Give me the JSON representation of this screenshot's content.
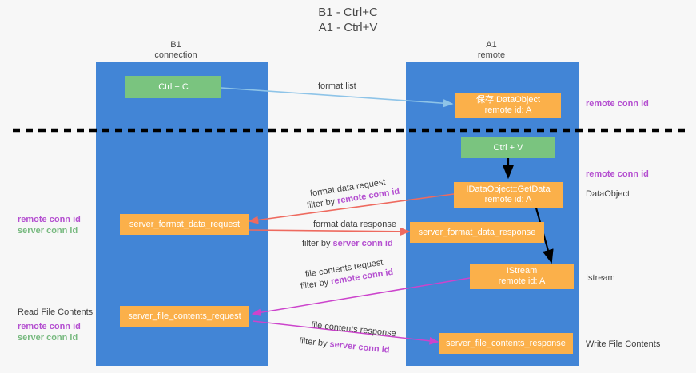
{
  "title": {
    "line1": "B1 - Ctrl+C",
    "line2": "A1 - Ctrl+V"
  },
  "lanes": [
    {
      "name": "B1",
      "sub": "connection"
    },
    {
      "name": "A1",
      "sub": "remote"
    }
  ],
  "nodes": {
    "ctrl_c": {
      "line1": "Ctrl + C"
    },
    "save_idataobject": {
      "line1": "保存IDataObject",
      "line2": "remote id: A"
    },
    "ctrl_v": {
      "line1": "Ctrl + V"
    },
    "getdata": {
      "line1": "IDataObject::GetData",
      "line2": "remote id: A"
    },
    "server_format_data_request": {
      "line1": "server_format_data_request"
    },
    "server_format_data_response": {
      "line1": "server_format_data_response"
    },
    "istream": {
      "line1": "IStream",
      "line2": "remote id: A"
    },
    "server_file_contents_request": {
      "line1": "server_file_contents_request"
    },
    "server_file_contents_response": {
      "line1": "server_file_contents_response"
    }
  },
  "edges": {
    "format_list": "format list",
    "format_data_request": "format data request",
    "format_data_request_filter_prefix": "filter by ",
    "format_data_request_filter_key": "remote conn id",
    "format_data_response": "format data response",
    "format_data_response_filter_prefix": "filter by ",
    "format_data_response_filter_key": "server conn id",
    "file_contents_request": "file contents request",
    "file_contents_request_filter_prefix": "filter by ",
    "file_contents_request_filter_key": "remote conn id",
    "file_contents_response": "file contents response",
    "file_contents_response_filter_prefix": "filter by ",
    "file_contents_response_filter_key": "server conn id"
  },
  "annotations": {
    "right_remote_conn_id_top": "remote conn id",
    "right_remote_conn_id_mid": "remote conn id",
    "right_dataobject": "DataObject",
    "right_istream": "Istream",
    "right_write_file_contents": "Write File Contents",
    "left_remote_conn_id": "remote conn id",
    "left_server_conn_id": "server conn id",
    "left_read_file_contents": "Read File Contents",
    "left_remote_conn_id2": "remote conn id",
    "left_server_conn_id2": "server conn id"
  },
  "colors": {
    "lane": "#4285d6",
    "orange": "#fbb04a",
    "green": "#7ac47f",
    "purple": "#b44fd0",
    "arrow_blue": "#8ec4e8",
    "arrow_red": "#ee6a5f",
    "arrow_magenta": "#cc44cc",
    "arrow_black": "#000000",
    "divider": "#000000",
    "background": "#f7f7f7"
  }
}
